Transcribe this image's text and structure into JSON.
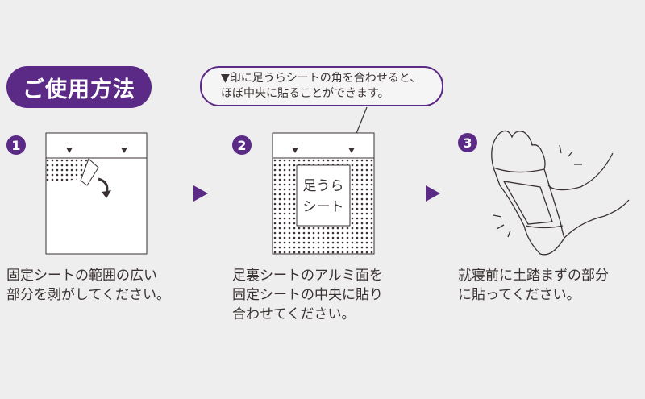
{
  "heading": "ご使用方法",
  "callout": {
    "line1": "▼印に足うらシートの角を合わせると、",
    "line2": "ほぼ中央に貼ることができます。"
  },
  "steps": [
    {
      "number": "1",
      "lines": [
        "固定シートの範囲の広い",
        "部分を剥がしてください。"
      ]
    },
    {
      "number": "2",
      "label": [
        "足うら",
        "シート"
      ],
      "lines": [
        "足裏シートのアルミ面を",
        "固定シートの中央に貼り",
        "合わせてください。"
      ]
    },
    {
      "number": "3",
      "lines": [
        "就寝前に土踏まずの部分",
        "に貼ってください。"
      ]
    }
  ],
  "colors": {
    "accent": "#5b2a86"
  }
}
